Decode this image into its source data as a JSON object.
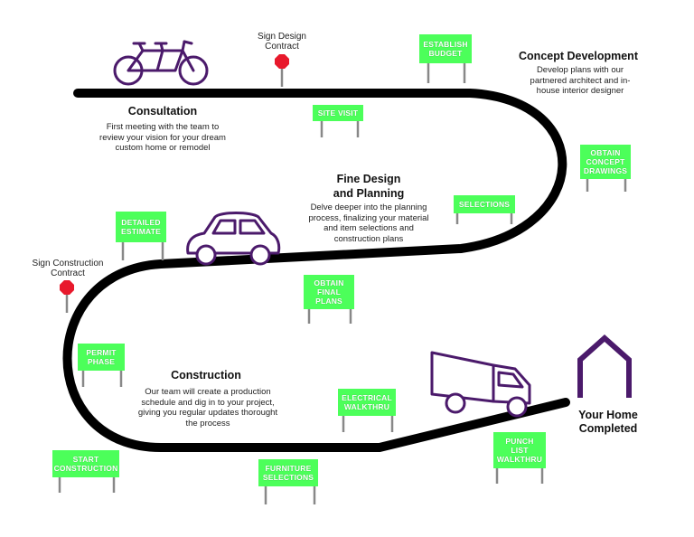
{
  "stages": {
    "consultation": {
      "title": "Consultation",
      "description": "First meeting with the team to review your vision for your dream custom home or remodel"
    },
    "concept": {
      "title": "Concept Development",
      "description": "Develop plans with our partnered architect and in-house interior designer"
    },
    "fine_design": {
      "title": "Fine Design and Planning",
      "description": "Delve deeper into the planning process, finalizing your material and item selections and construction plans"
    },
    "construction": {
      "title": "Construction",
      "description": "Our team will create a production schedule and dig in to your project, giving you regular updates thorought the process"
    },
    "completed": {
      "title": "Your Home Completed"
    }
  },
  "signs": {
    "establish_budget": "ESTABLISH BUDGET",
    "site_visit": "SITE VISIT",
    "obtain_concept_drawings": "OBTAIN CONCEPT DRAWINGS",
    "selections": "SELECTIONS",
    "detailed_estimate": "DETAILED ESTIMATE",
    "obtain_final_plans": "OBTAIN FINAL PLANS",
    "permit_phase": "PERMIT PHASE",
    "electrical_walkthru": "ELECTRICAL WALKTHRU",
    "start_construction": "START CONSTRUCTION",
    "furniture_selections": "FURNITURE SELECTIONS",
    "punch_list_walkthru": "PUNCH LIST WALKTHRU"
  },
  "stop_signs": {
    "design_contract": "Sign Design Contract",
    "construction_contract": "Sign Construction Contract"
  },
  "icons": {
    "bicycle": "tandem-bicycle-icon",
    "car": "car-icon",
    "truck": "truck-icon",
    "house": "house-icon",
    "stop": "stop-sign-icon"
  },
  "colors": {
    "road": "#000000",
    "sign": "#4cff5a",
    "vehicle": "#4b1a6b",
    "stop": "#e8192c"
  }
}
